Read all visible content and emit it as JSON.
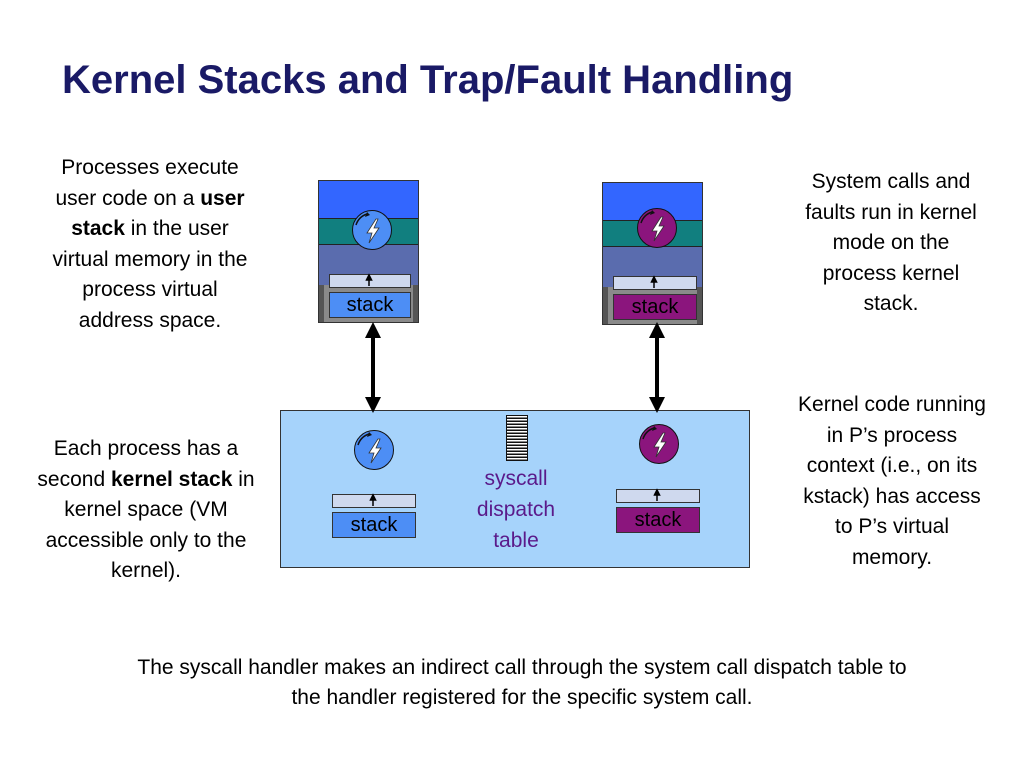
{
  "title": "Kernel Stacks and Trap/Fault Handling",
  "left_top": {
    "pre": "Processes execute user code on a ",
    "bold": "user stack",
    "post": " in the user virtual memory in the process virtual address space."
  },
  "left_bottom": {
    "pre": "Each process has a second ",
    "bold": "kernel stack",
    "post": " in kernel space (VM accessible only to the kernel)."
  },
  "right_top": "System calls and faults run in kernel mode on the process kernel stack.",
  "right_bottom": "Kernel code running in P’s process context (i.e., on its kstack) has access to P’s virtual memory.",
  "footer": "The syscall handler makes an indirect call through the system call dispatch table to the handler registered for the specific system call.",
  "diagram": {
    "stack_label": "stack",
    "syscall_table_label": "syscall dispatch table"
  },
  "colors": {
    "title": "#1a1a66",
    "user_stack_blue": "#4d8ef5",
    "kernel_stack_purple": "#8b157d",
    "kernel_region": "#a6d3fb",
    "syscall_label": "#5a1a8a"
  }
}
